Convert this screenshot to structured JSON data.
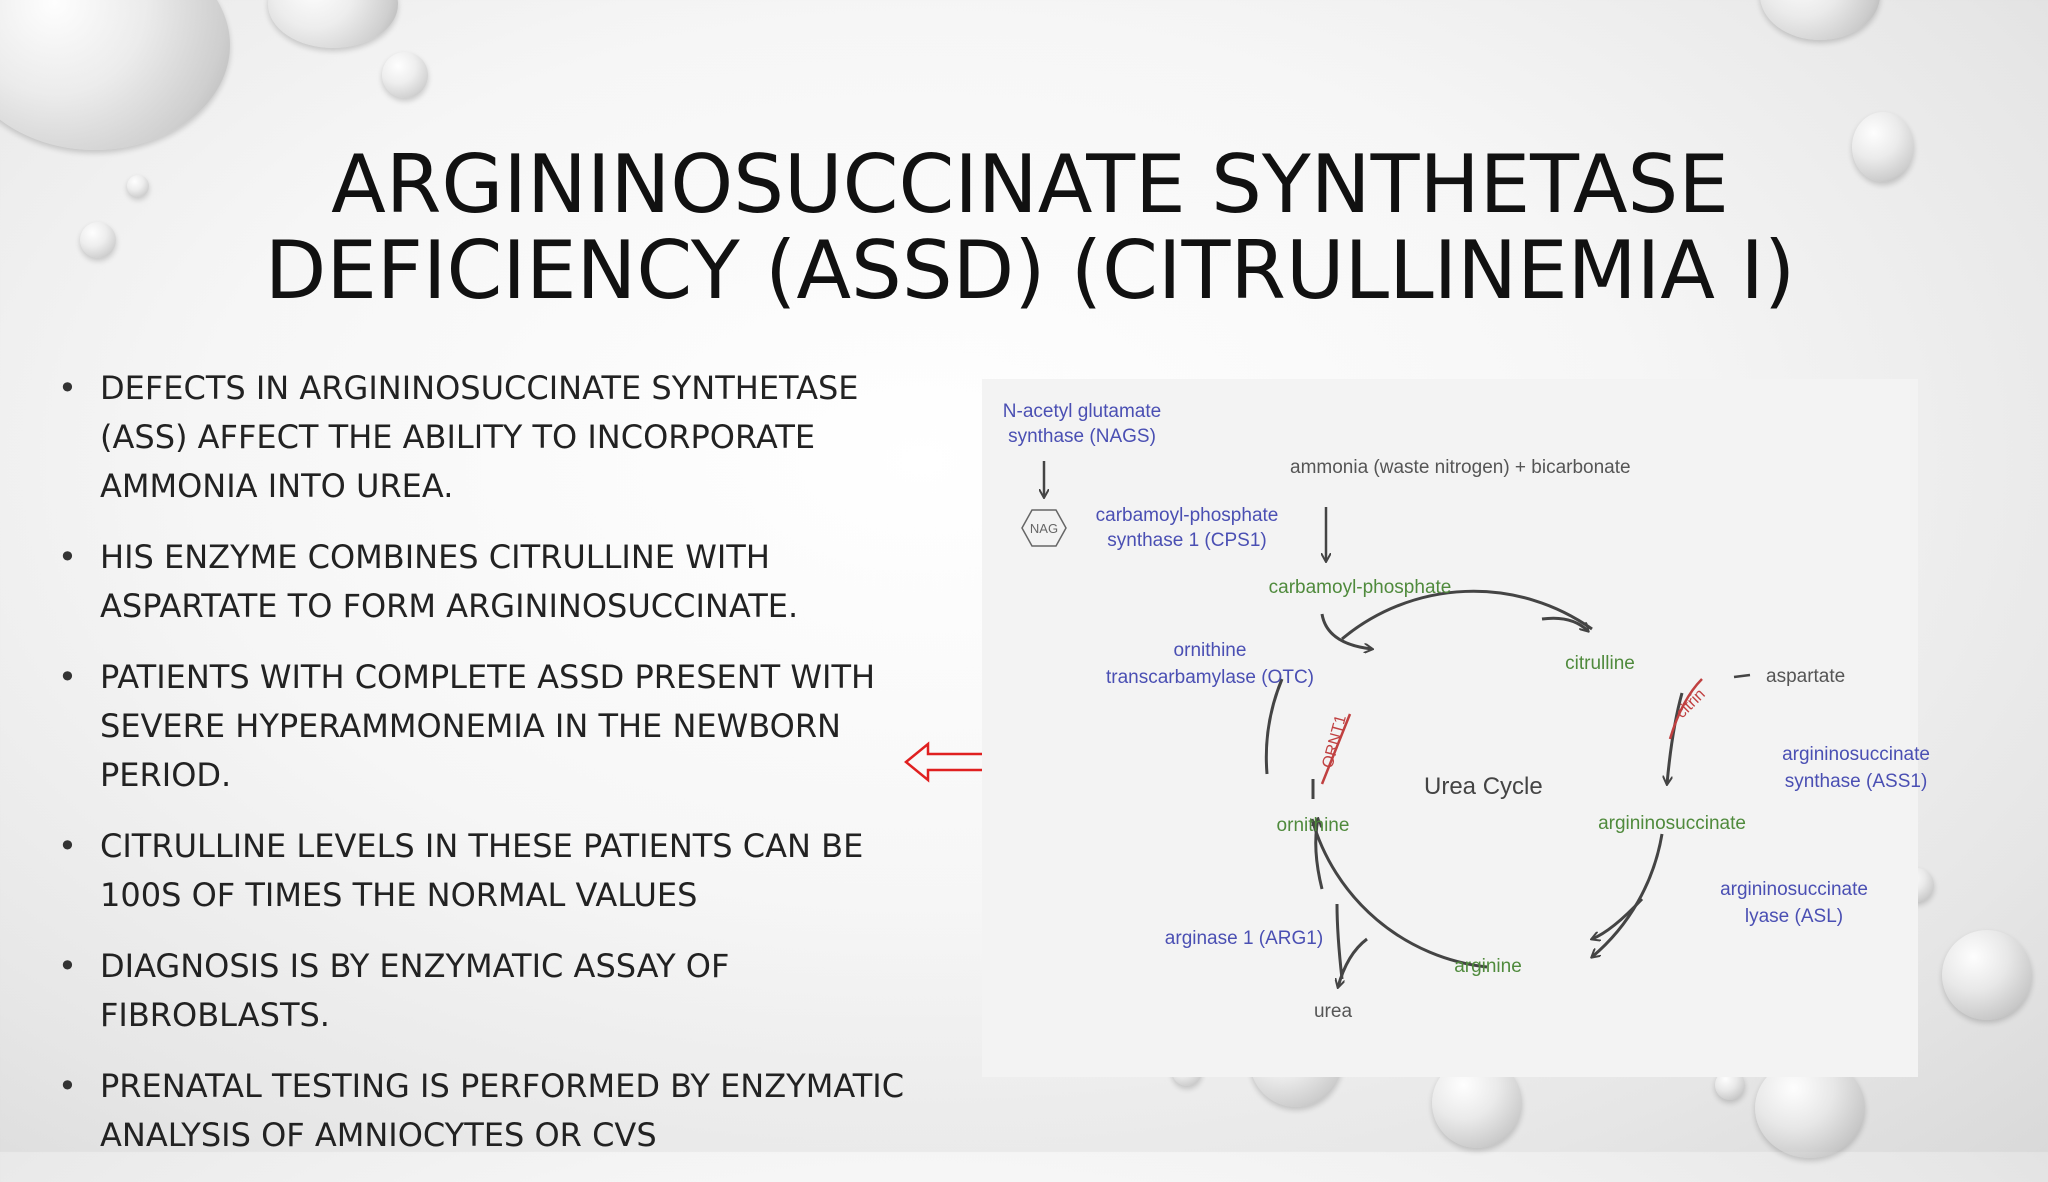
{
  "slide": {
    "title_line1": "ARGININOSUCCINATE SYNTHETASE",
    "title_line2": "DEFICIENCY (ASSD) (CITRULLINEMIA I)"
  },
  "bullets": [
    "DEFECTS IN ARGININOSUCCINATE SYNTHETASE (ASS) AFFECT THE ABILITY TO INCORPORATE AMMONIA INTO UREA.",
    "HIS ENZYME COMBINES CITRULLINE WITH ASPARTATE TO FORM ARGININOSUCCINATE.",
    "PATIENTS WITH COMPLETE ASSD PRESENT WITH SEVERE HYPERAMMONEMIA IN THE NEWBORN PERIOD.",
    "CITRULLINE LEVELS IN THESE PATIENTS CAN BE 100S OF TIMES THE NORMAL VALUES",
    "DIAGNOSIS IS BY ENZYMATIC ASSAY OF FIBROBLASTS.",
    "PRENATAL TESTING IS PERFORMED BY ENZYMATIC ANALYSIS OF AMNIOCYTES OR CVS"
  ],
  "diagram": {
    "nags_line1": "N-acetyl glutamate",
    "nags_line2": "synthase (NAGS)",
    "nag_label": "NAG",
    "ammonia": "ammonia (waste nitrogen) + bicarbonate",
    "cps1_line1": "carbamoyl-phosphate",
    "cps1_line2": "synthase 1 (CPS1)",
    "carbamoyl_phosphate": "carbamoyl-phosphate",
    "otc_line1": "ornithine",
    "otc_line2": "transcarbamylase (OTC)",
    "citrulline": "citrulline",
    "citrin": "citrin",
    "aspartate": "aspartate",
    "ornt1": "ORNT1",
    "urea_cycle": "Urea Cycle",
    "ass1_line1": "argininosuccinate",
    "ass1_line2": "synthase (ASS1)",
    "ornithine": "ornithine",
    "argininosuccinate": "argininosuccinate",
    "asl_line1": "argininosuccinate",
    "asl_line2": "lyase  (ASL)",
    "arg1": "arginase 1 (ARG1)",
    "arginine": "arginine",
    "urea": "urea"
  },
  "colors": {
    "enzyme_blue": "#4a4fb3",
    "metabolite_green": "#4f8a3c",
    "highlight_red": "#e02020",
    "text_gray": "#555555"
  }
}
